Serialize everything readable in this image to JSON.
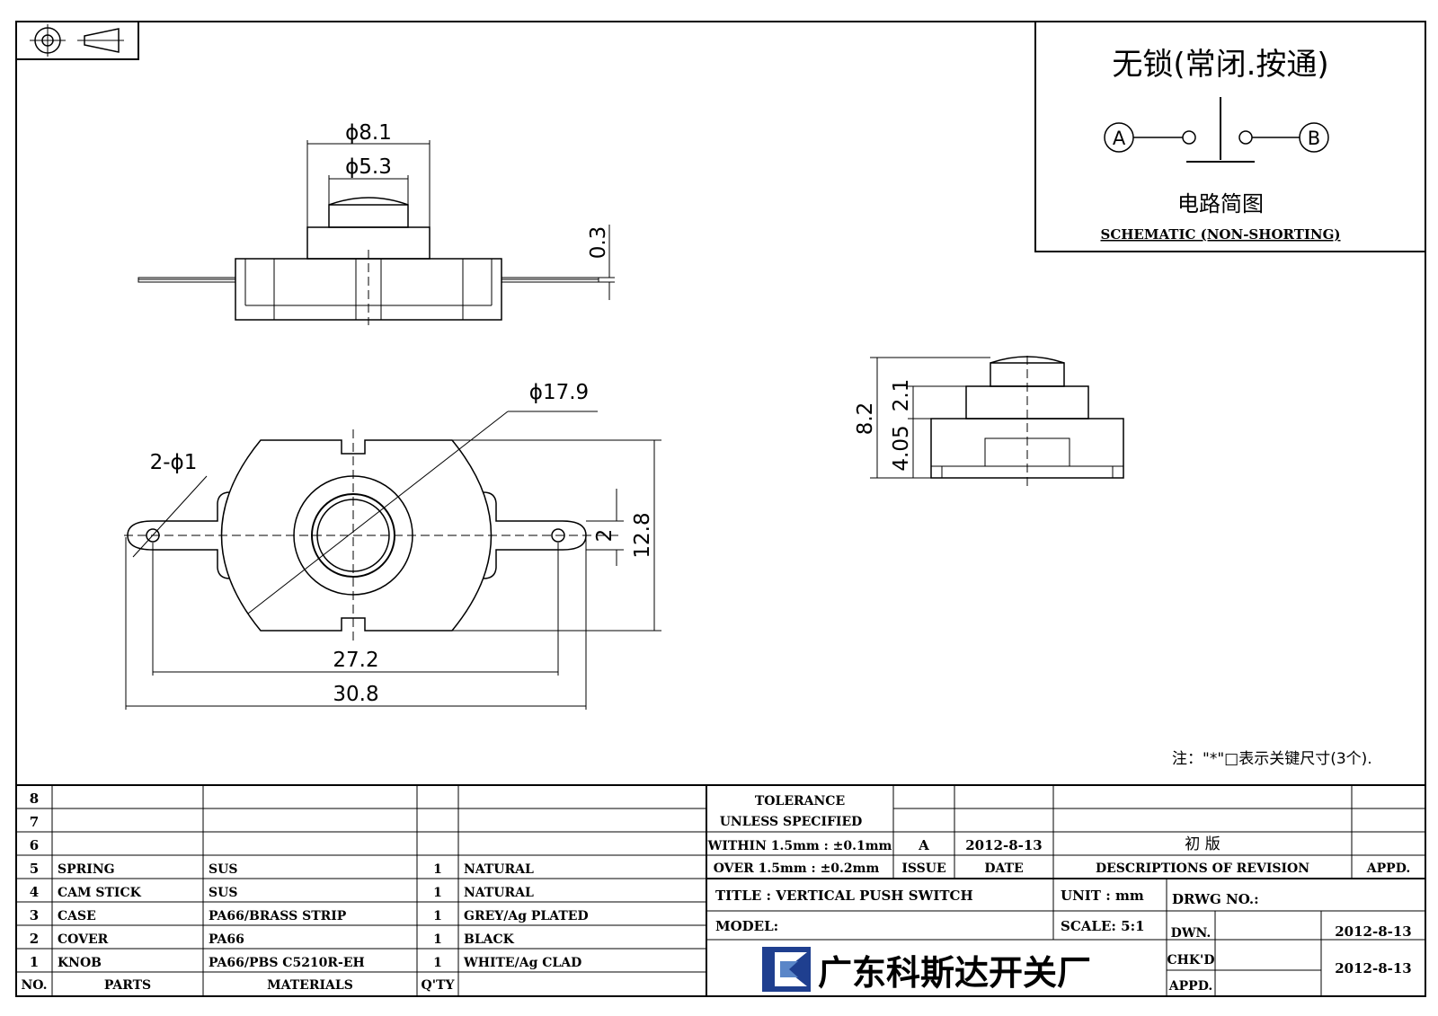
{
  "schematic": {
    "title": "无锁(常闭.按通)",
    "node_a": "A",
    "node_b": "B",
    "caption_cn": "电路简图",
    "caption_en": "SCHEMATIC (NON-SHORTING)"
  },
  "dimensions": {
    "top_view": {
      "outer_dia": "ϕ8.1",
      "inner_dia": "ϕ5.3",
      "terminal_thickness": "0.3"
    },
    "front_view": {
      "body_dia": "ϕ17.9",
      "hole_dia": "2-ϕ1",
      "terminal_width": "2",
      "height": "12.8",
      "hole_spacing": "27.2",
      "overall_width": "30.8"
    },
    "side_view": {
      "total_height": "8.2",
      "button_height": "2.1",
      "body_height": "4.05"
    }
  },
  "note": "注：\"*\"□表示关键尺寸(3个).",
  "bom": {
    "rows": [
      {
        "no": "8",
        "part": "",
        "material": "",
        "qty": "",
        "finish": ""
      },
      {
        "no": "7",
        "part": "",
        "material": "",
        "qty": "",
        "finish": ""
      },
      {
        "no": "6",
        "part": "",
        "material": "",
        "qty": "",
        "finish": ""
      },
      {
        "no": "5",
        "part": "SPRING",
        "material": "SUS",
        "qty": "1",
        "finish": "NATURAL"
      },
      {
        "no": "4",
        "part": "CAM STICK",
        "material": "SUS",
        "qty": "1",
        "finish": "NATURAL"
      },
      {
        "no": "3",
        "part": "CASE",
        "material": "PA66/BRASS STRIP",
        "qty": "1",
        "finish": "GREY/Ag PLATED"
      },
      {
        "no": "2",
        "part": "COVER",
        "material": "PA66",
        "qty": "1",
        "finish": "BLACK"
      },
      {
        "no": "1",
        "part": "KNOB",
        "material": "PA66/PBS C5210R-EH",
        "qty": "1",
        "finish": "WHITE/Ag CLAD"
      }
    ],
    "headers": {
      "no": "NO.",
      "parts": "PARTS",
      "materials": "MATERIALS",
      "qty": "Q'TY"
    }
  },
  "title_block": {
    "tolerance_1": "TOLERANCE",
    "tolerance_2": "UNLESS  SPECIFIED",
    "within": "WITHIN 1.5mm : ±0.1mm",
    "over": "OVER 1.5mm : ±0.2mm",
    "issue_value": "A",
    "date_value": "2012-8-13",
    "revision_value": "初 版",
    "issue_label": "ISSUE",
    "date_label": "DATE",
    "desc_label": "DESCRIPTIONS OF REVISION",
    "appd_label": "APPD.",
    "title_label": "TITLE :  VERTICAL PUSH SWITCH",
    "unit_label": "UNIT :  mm",
    "drwg_label": "DRWG NO.:",
    "model_label": "MODEL:",
    "scale_label": "SCALE:  5:1",
    "dwn_label": "DWN.",
    "dwn_date": "2012-8-13",
    "chkd_label": "CHK'D",
    "chkd_date": "2012-8-13",
    "appd2_label": "APPD.",
    "company": "广东科斯达开关厂"
  },
  "colors": {
    "ink": "#000000",
    "logo_blue": "#1f3f8f",
    "logo_light": "#5a86c8"
  }
}
